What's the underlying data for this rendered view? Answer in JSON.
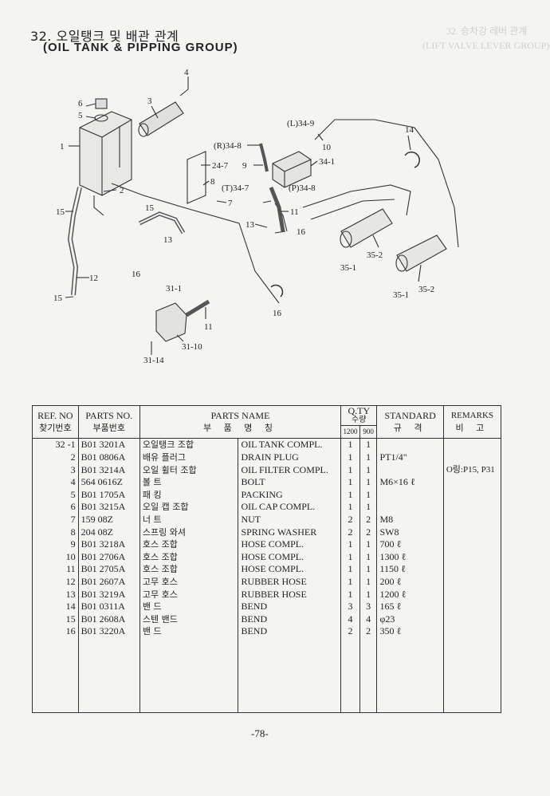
{
  "header": {
    "title_korean": "32. 오일탱크 및 배관 관계",
    "title_english": "(OIL TANK & PIPPING GROUP)"
  },
  "diagram": {
    "callouts": [
      "4",
      "3",
      "6",
      "5",
      "1",
      "2",
      "(L)34-9",
      "10",
      "14",
      "(R)34-8",
      "9",
      "34-1",
      "24-7",
      "8",
      "7",
      "(T)34-7",
      "(P)34-8",
      "15",
      "15",
      "11",
      "13",
      "16",
      "13",
      "35-2",
      "35-1",
      "35-2",
      "35-1",
      "12",
      "16",
      "15",
      "31-1",
      "16",
      "11",
      "31-10",
      "31-14"
    ]
  },
  "table": {
    "headers": {
      "ref_no": "REF. NO",
      "ref_no_kor": "찾기번호",
      "parts_no": "PARTS NO.",
      "parts_no_kor": "부품번호",
      "parts_name": "PARTS NAME",
      "parts_name_kor": "부 품 명 칭",
      "qty": "Q.TY",
      "qty_kor": "수량",
      "qty_1200": "1200",
      "qty_900": "900",
      "standard": "STANDARD",
      "standard_kor": "규 격",
      "remarks": "REMARKS",
      "remarks_kor": "비 고"
    },
    "rows": [
      {
        "ref": "32 -1",
        "pno": "B01 3201A",
        "kor": "오일탱크 조합",
        "eng": "OIL TANK COMPL.",
        "q1": "1",
        "q2": "1",
        "std": "",
        "rem": ""
      },
      {
        "ref": "2",
        "pno": "B01 0806A",
        "kor": "배유 플러그",
        "eng": "DRAIN PLUG",
        "q1": "1",
        "q2": "1",
        "std": "PT1/4\"",
        "rem": ""
      },
      {
        "ref": "3",
        "pno": "B01 3214A",
        "kor": "오일 휠터 조합",
        "eng": "OIL FILTER COMPL.",
        "q1": "1",
        "q2": "1",
        "std": "",
        "rem": "O링:P15, P31"
      },
      {
        "ref": "4",
        "pno": "564 0616Z",
        "kor": "볼 트",
        "eng": "BOLT",
        "q1": "1",
        "q2": "1",
        "std": "M6×16 ℓ",
        "rem": ""
      },
      {
        "ref": "5",
        "pno": "B01 1705A",
        "kor": "패 킹",
        "eng": "PACKING",
        "q1": "1",
        "q2": "1",
        "std": "",
        "rem": ""
      },
      {
        "ref": "6",
        "pno": "B01 3215A",
        "kor": "오일 캡 조합",
        "eng": "OIL CAP COMPL.",
        "q1": "1",
        "q2": "1",
        "std": "",
        "rem": ""
      },
      {
        "ref": "7",
        "pno": "159 08Z",
        "kor": "너 트",
        "eng": "NUT",
        "q1": "2",
        "q2": "2",
        "std": "M8",
        "rem": ""
      },
      {
        "ref": "8",
        "pno": "204 08Z",
        "kor": "스프링 와셔",
        "eng": "SPRING WASHER",
        "q1": "2",
        "q2": "2",
        "std": "SW8",
        "rem": ""
      },
      {
        "ref": "9",
        "pno": "B01 3218A",
        "kor": "호스 조합",
        "eng": "HOSE COMPL.",
        "q1": "1",
        "q2": "1",
        "std": "700 ℓ",
        "rem": ""
      },
      {
        "ref": "10",
        "pno": "B01 2706A",
        "kor": "호스 조합",
        "eng": "HOSE COMPL.",
        "q1": "1",
        "q2": "1",
        "std": "1300 ℓ",
        "rem": ""
      },
      {
        "ref": "11",
        "pno": "B01 2705A",
        "kor": "호스 조합",
        "eng": "HOSE COMPL.",
        "q1": "1",
        "q2": "1",
        "std": "1150 ℓ",
        "rem": ""
      },
      {
        "ref": "12",
        "pno": "B01 2607A",
        "kor": "고무 호스",
        "eng": "RUBBER HOSE",
        "q1": "1",
        "q2": "1",
        "std": "200 ℓ",
        "rem": ""
      },
      {
        "ref": "13",
        "pno": "B01 3219A",
        "kor": "고무 호스",
        "eng": "RUBBER HOSE",
        "q1": "1",
        "q2": "1",
        "std": "1200 ℓ",
        "rem": ""
      },
      {
        "ref": "14",
        "pno": "B01 0311A",
        "kor": "밴 드",
        "eng": "BEND",
        "q1": "3",
        "q2": "3",
        "std": "165 ℓ",
        "rem": ""
      },
      {
        "ref": "15",
        "pno": "B01 2608A",
        "kor": "스텐 밴드",
        "eng": "BEND",
        "q1": "4",
        "q2": "4",
        "std": "φ23",
        "rem": ""
      },
      {
        "ref": "16",
        "pno": "B01 3220A",
        "kor": "밴 드",
        "eng": "BEND",
        "q1": "2",
        "q2": "2",
        "std": "350 ℓ",
        "rem": ""
      }
    ]
  },
  "footer": {
    "page_number": "-78-"
  }
}
